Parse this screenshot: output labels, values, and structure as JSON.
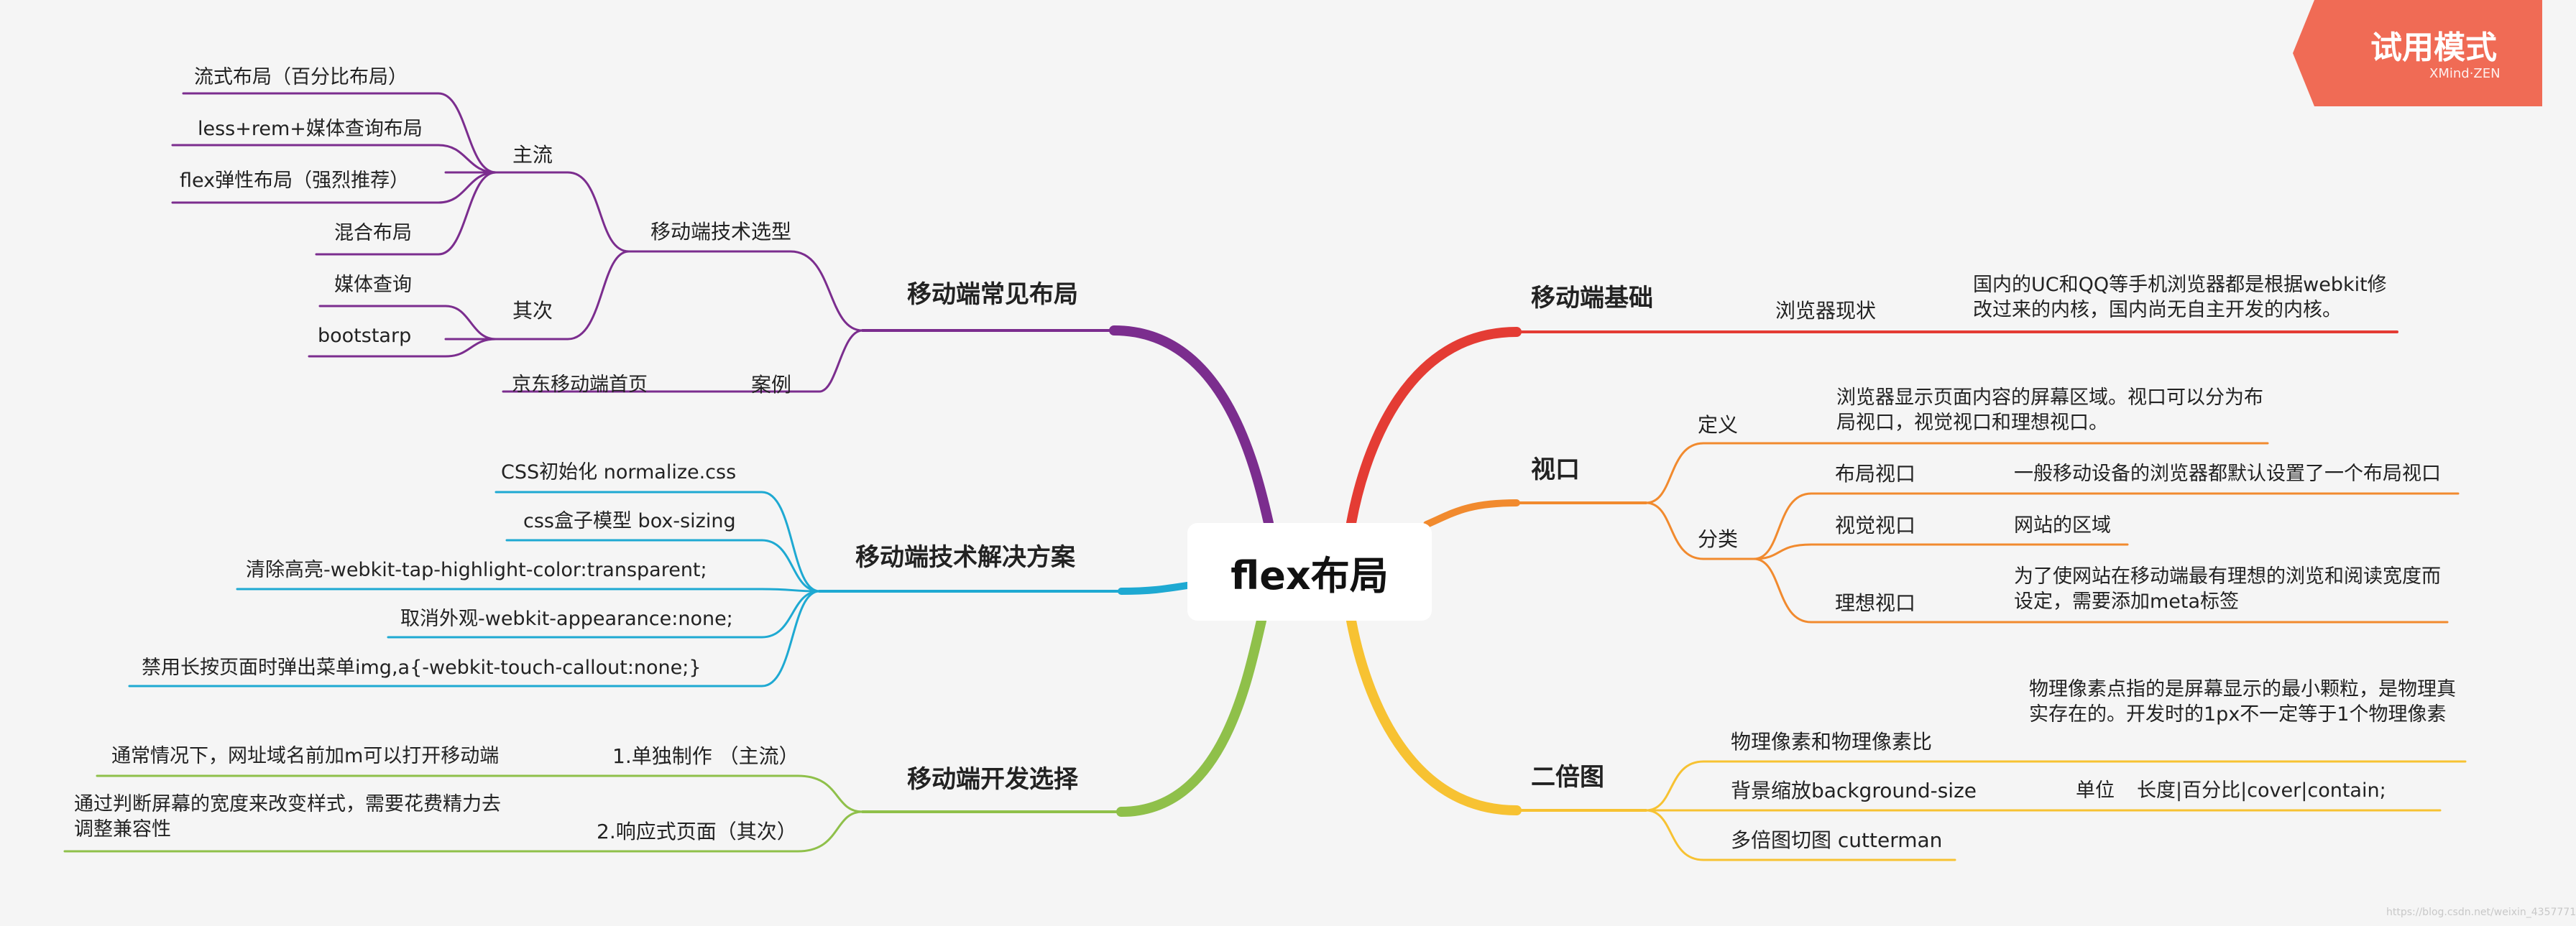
{
  "root": "flex布局",
  "badge": {
    "title": "试用模式",
    "subtitle": "XMind·ZEN"
  },
  "watermark": "https://blog.csdn.net/weixin_4357771",
  "colors": {
    "purple": "#7b2d8e",
    "cyan": "#1ea9d2",
    "green": "#8fc04a",
    "red": "#e43c34",
    "orange": "#f18a2e",
    "yellow": "#f7c232",
    "badge": "#f06b55"
  },
  "left": {
    "layout": {
      "title": "移动端常见布局",
      "tech": {
        "label": "移动端技术选型",
        "main": {
          "label": "主流",
          "items": [
            "流式布局（百分比布局）",
            "less+rem+媒体查询布局",
            "flex弹性布局（强烈推荐）",
            "混合布局"
          ]
        },
        "minor": {
          "label": "其次",
          "items": [
            "媒体查询",
            "bootstarp"
          ]
        }
      },
      "case": {
        "label": "案例",
        "value": "京东移动端首页"
      }
    },
    "solutions": {
      "title": "移动端技术解决方案",
      "items": [
        "CSS初始化 normalize.css",
        "css盒子模型 box-sizing",
        "清除高亮-webkit-tap-highlight-color:transparent;",
        "取消外观-webkit-appearance:none;",
        "禁用长按页面时弹出菜单img,a{-webkit-touch-callout:none;}"
      ]
    },
    "dev": {
      "title": "移动端开发选择",
      "single": {
        "label": "1.单独制作 （主流）",
        "desc": "通常情况下，网址域名前加m可以打开移动端"
      },
      "responsive": {
        "label": "2.响应式页面（其次）",
        "desc": "通过判断屏幕的宽度来改变样式，需要花费精力去调整兼容性"
      }
    }
  },
  "right": {
    "basics": {
      "title": "移动端基础",
      "browser": {
        "label": "浏览器现状",
        "desc": "国内的UC和QQ等手机浏览器都是根据webkit修改过来的内核，国内尚无自主开发的内核。"
      }
    },
    "viewport": {
      "title": "视口",
      "definition": {
        "label": "定义",
        "desc": "浏览器显示页面内容的屏幕区域。视口可以分为布局视口，视觉视口和理想视口。"
      },
      "category": {
        "label": "分类",
        "layout": {
          "label": "布局视口",
          "desc": "一般移动设备的浏览器都默认设置了一个布局视口"
        },
        "visual": {
          "label": "视觉视口",
          "desc": "网站的区域"
        },
        "ideal": {
          "label": "理想视口",
          "desc": "为了使网站在移动端最有理想的浏览和阅读宽度而设定，需要添加meta标签"
        }
      }
    },
    "retina": {
      "title": "二倍图",
      "pixel": {
        "label": "物理像素和物理像素比",
        "desc": "物理像素点指的是屏幕显示的最小颗粒，是物理真实存在的。开发时的1px不一定等于1个物理像素"
      },
      "bg": {
        "label": "背景缩放background-size",
        "unit": "单位",
        "unit_value": "长度|百分比|cover|contain;"
      },
      "multi": {
        "label": "多倍图切图 cutterman"
      }
    }
  }
}
